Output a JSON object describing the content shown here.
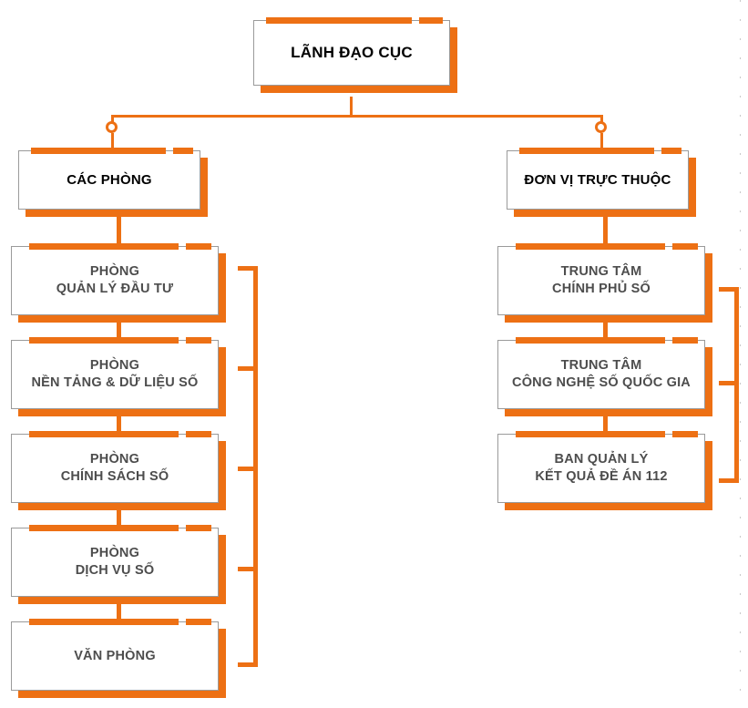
{
  "chart_data": {
    "type": "diagram",
    "title": "LÃNH ĐẠO CỤC",
    "diagram_kind": "organization-chart",
    "accent_color": "#ED7014",
    "border_color": "#9a9a9a",
    "background": "#ffffff"
  },
  "root": {
    "id": "lanh-dao-cuc",
    "lines": [
      "LÃNH ĐẠO CỤC"
    ]
  },
  "branches": [
    {
      "id": "cac-phong",
      "lines": [
        "CÁC PHÒNG"
      ],
      "children": [
        {
          "id": "phong-quan-ly-dau-tu",
          "lines": [
            "PHÒNG",
            "QUẢN LÝ ĐẦU TƯ"
          ]
        },
        {
          "id": "phong-nen-tang-du-lieu",
          "lines": [
            "PHÒNG",
            "NỀN TẢNG & DỮ LIỆU SỐ"
          ]
        },
        {
          "id": "phong-chinh-sach-so",
          "lines": [
            "PHÒNG",
            "CHÍNH SÁCH SỐ"
          ]
        },
        {
          "id": "phong-dich-vu-so",
          "lines": [
            "PHÒNG",
            "DỊCH VỤ SỐ"
          ]
        },
        {
          "id": "van-phong",
          "lines": [
            "VĂN PHÒNG"
          ]
        }
      ]
    },
    {
      "id": "don-vi-truc-thuoc",
      "lines": [
        "ĐƠN VỊ TRỰC THUỘC"
      ],
      "children": [
        {
          "id": "trung-tam-chinh-phu-so",
          "lines": [
            "TRUNG TÂM",
            "CHÍNH PHỦ SỐ"
          ]
        },
        {
          "id": "trung-tam-cong-nghe-so-qg",
          "lines": [
            "TRUNG TÂM",
            "CÔNG NGHỆ SỐ QUỐC GIA"
          ]
        },
        {
          "id": "ban-quan-ly-de-an-112",
          "lines": [
            "BAN QUẢN LÝ",
            "KẾT QUẢ ĐỀ ÁN 112"
          ]
        }
      ]
    }
  ]
}
